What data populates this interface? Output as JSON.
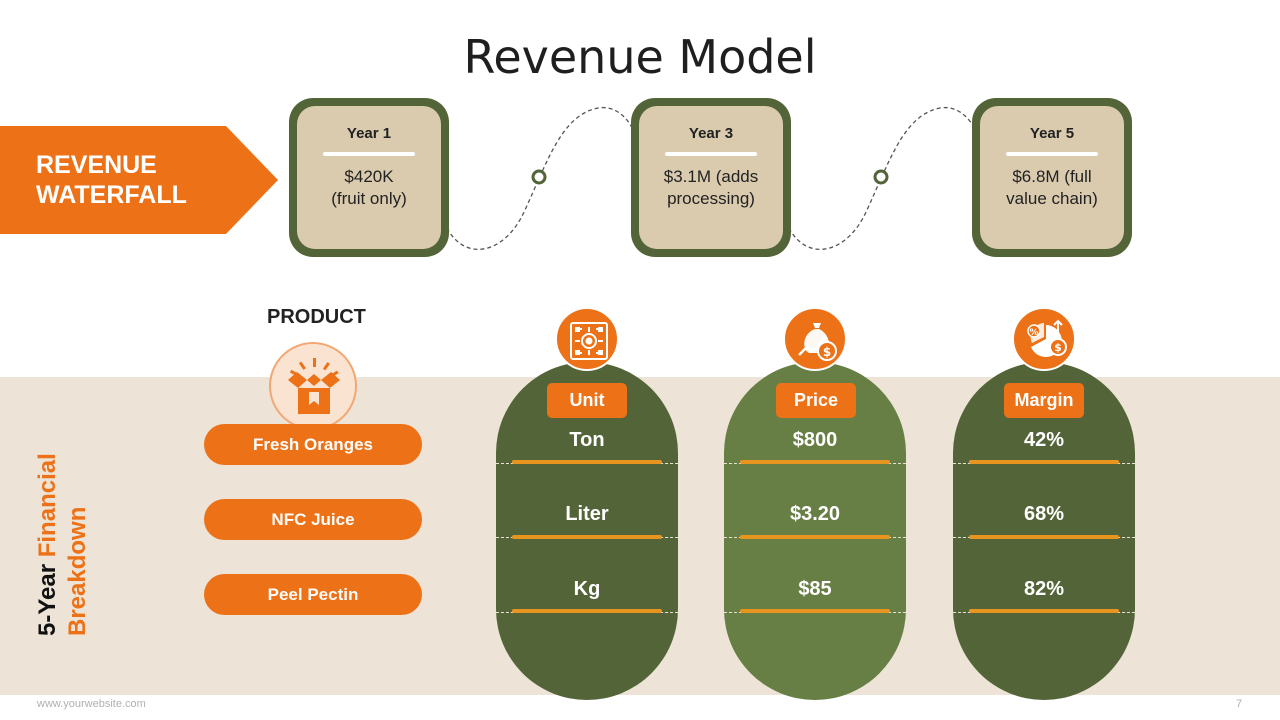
{
  "title": "Revenue Model",
  "banner": {
    "line1": "REVENUE",
    "line2": "WATERFALL"
  },
  "years": [
    {
      "label": "Year 1",
      "line1": "$420K",
      "line2": "(fruit only)"
    },
    {
      "label": "Year 3",
      "line1": "$3.1M (adds",
      "line2": "processing)"
    },
    {
      "label": "Year 5",
      "line1": "$6.8M (full",
      "line2": "value chain)"
    }
  ],
  "breakdown": {
    "side_label_dark": "5-Year",
    "side_label_orange_1": "Financial",
    "side_label_orange_2": "Breakdown",
    "product_header": "PRODUCT",
    "products": [
      "Fresh Oranges",
      "NFC Juice",
      "Peel Pectin"
    ],
    "columns": [
      {
        "header": "Unit",
        "icon": "chip-settings-icon",
        "values": [
          "Ton",
          "Liter",
          "Kg"
        ]
      },
      {
        "header": "Price",
        "icon": "money-bag-growth-icon",
        "values": [
          "$800",
          "$3.20",
          "$85"
        ]
      },
      {
        "header": "Margin",
        "icon": "percent-pie-chart-icon",
        "values": [
          "42%",
          "68%",
          "82%"
        ]
      }
    ]
  },
  "footer": {
    "website": "www.yourwebsite.com",
    "page": "7"
  },
  "colors": {
    "orange": "#ec7117",
    "olive_dark": "#536538",
    "olive_light": "#677e44",
    "tan": "#dacbaf",
    "band": "#ede4d7"
  }
}
